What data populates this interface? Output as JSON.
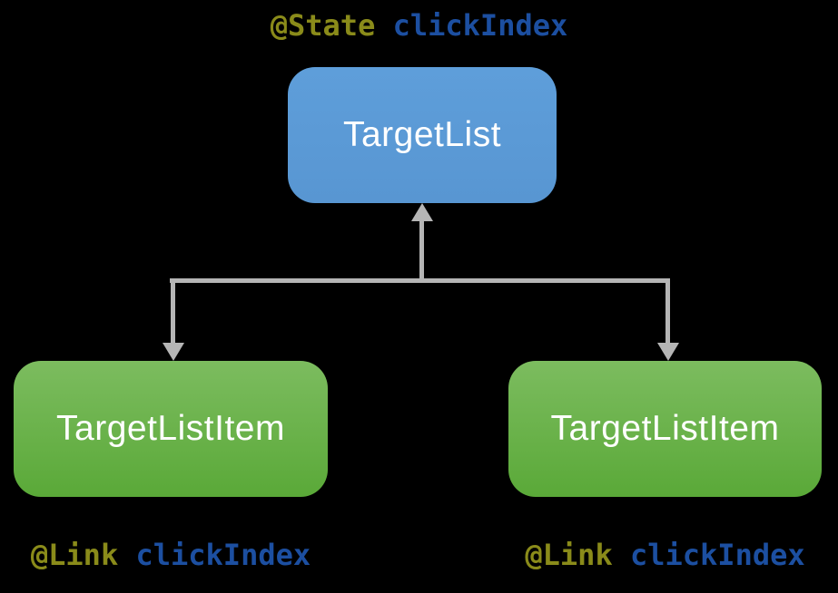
{
  "title_label": {
    "annotation": "@State",
    "separator": " ",
    "variable": "clickIndex"
  },
  "nodes": {
    "parent": {
      "label": "TargetList"
    },
    "child_left": {
      "label": "TargetListItem"
    },
    "child_right": {
      "label": "TargetListItem"
    }
  },
  "child_left_label": {
    "annotation": "@Link",
    "separator": " ",
    "variable": "clickIndex"
  },
  "child_right_label": {
    "annotation": "@Link",
    "separator": " ",
    "variable": "clickIndex"
  },
  "colors": {
    "background": "#000000",
    "annotation_text": "#8a8b1a",
    "variable_text": "#1c4fa1",
    "parent_node_top": "#5e9eda",
    "parent_node_bottom": "#5896d2",
    "child_node_top": "#7cbc5f",
    "child_node_bottom": "#5aa938",
    "node_text": "#ffffff",
    "arrow": "#b5b5b5"
  }
}
